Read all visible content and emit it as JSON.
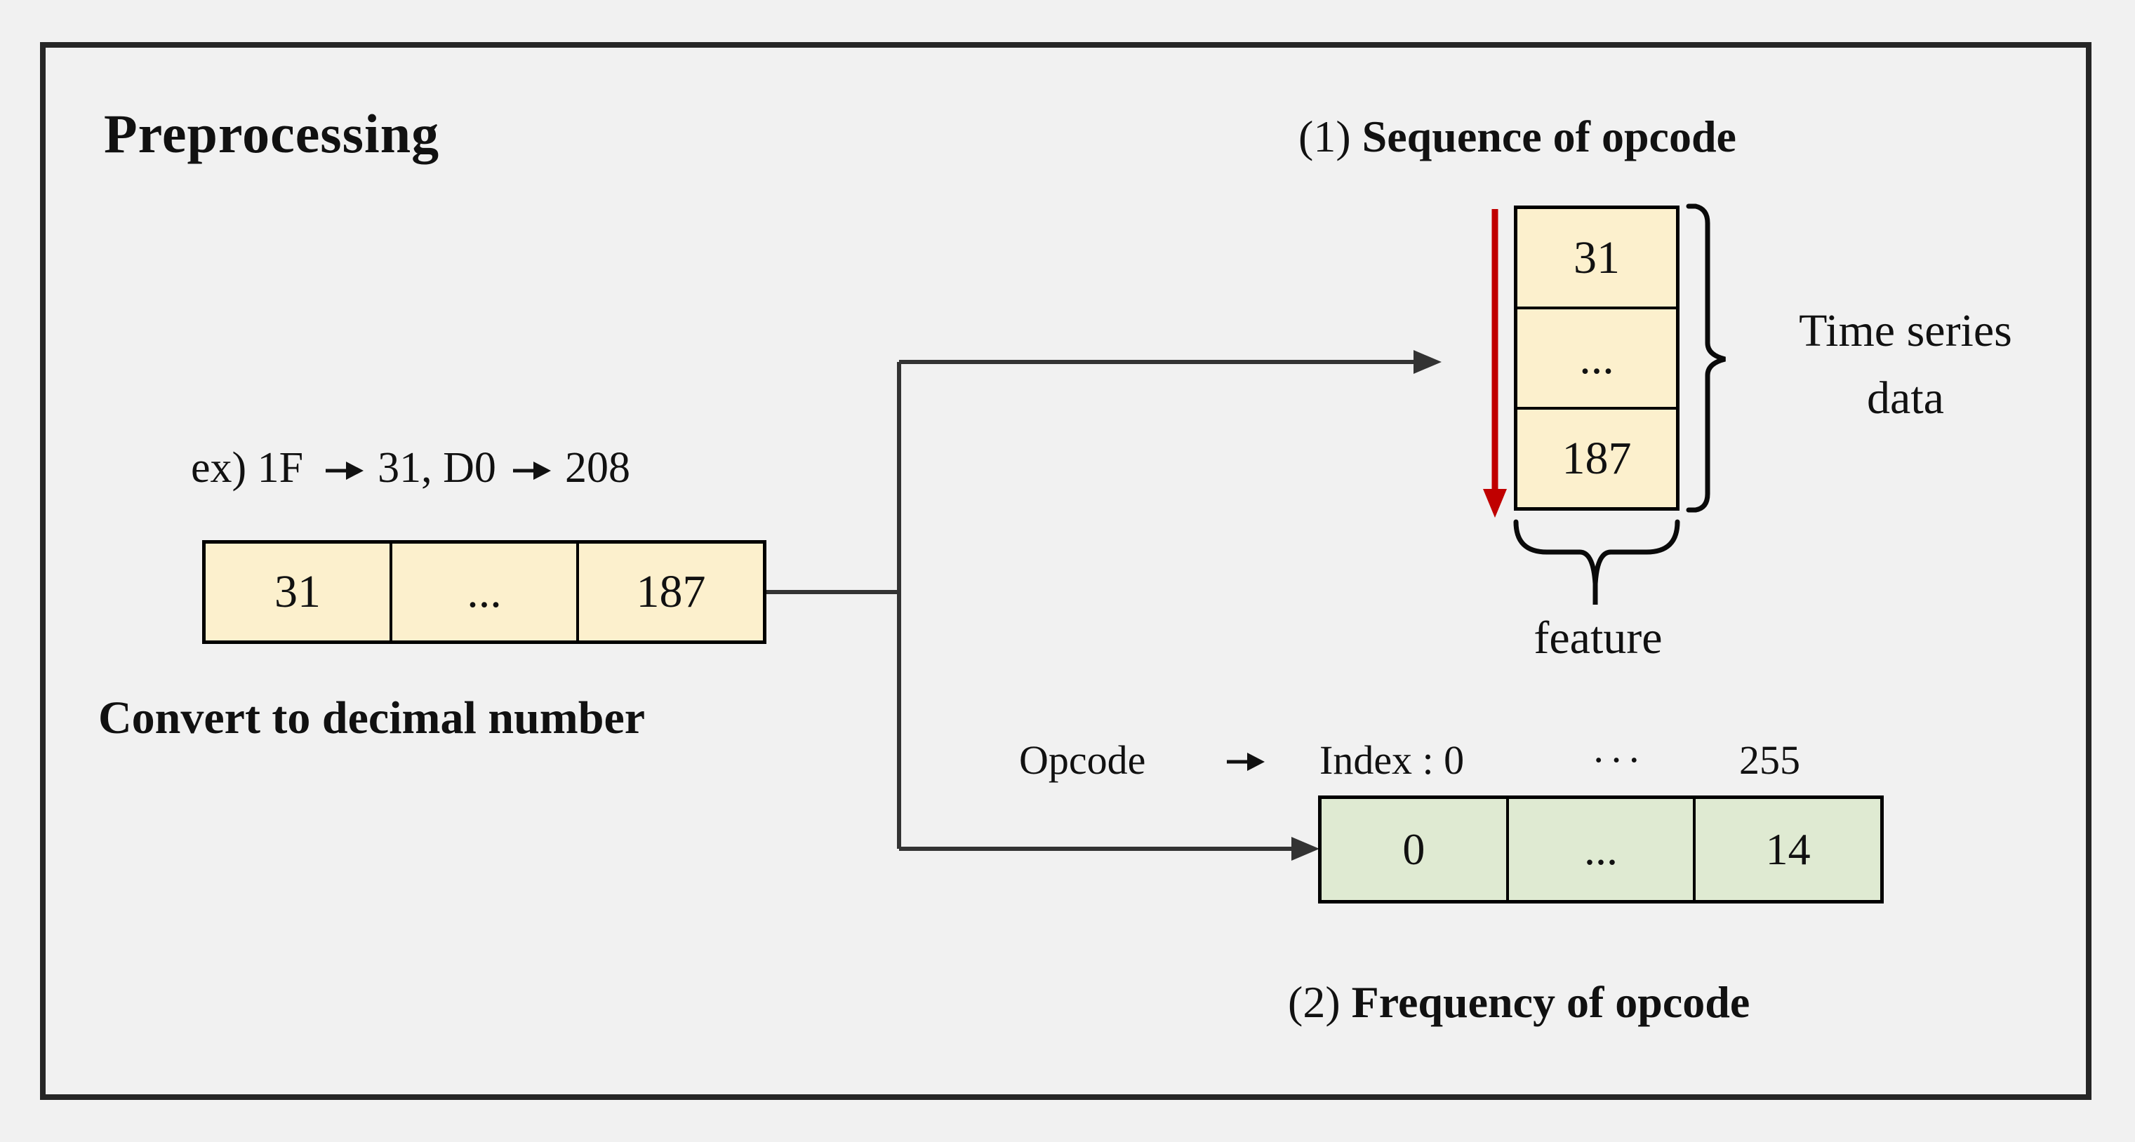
{
  "title": "Preprocessing",
  "convert": {
    "example_prefix": "ex) 1F",
    "example_mid": "31, D0",
    "example_result": "208",
    "cells": [
      "31",
      "...",
      "187"
    ],
    "caption": "Convert to decimal number"
  },
  "sequence": {
    "number": "(1)",
    "title": "Sequence of opcode",
    "cells": [
      "31",
      "...",
      "187"
    ],
    "time_series_label": [
      "Time series",
      "data"
    ],
    "feature_label": "feature"
  },
  "frequency": {
    "number": "(2)",
    "title": "Frequency of opcode",
    "header": {
      "opcode": "Opcode",
      "index": "Index : 0",
      "dots": "···",
      "last_index": "255"
    },
    "cells": [
      "0",
      "...",
      "14"
    ]
  },
  "icons": {
    "text_arrow": "arrow-right-icon",
    "flow_arrow": "flow-arrow-icon",
    "sequence_direction": "red-down-arrow-icon"
  },
  "colors": {
    "background": "#f1f1f1",
    "frame_border": "#262626",
    "opcode_cell_fill": "#fcf0cd",
    "frequency_cell_fill": "#dfead2",
    "connector": "#333333",
    "red_arrow": "#c00000",
    "text": "#111111"
  }
}
